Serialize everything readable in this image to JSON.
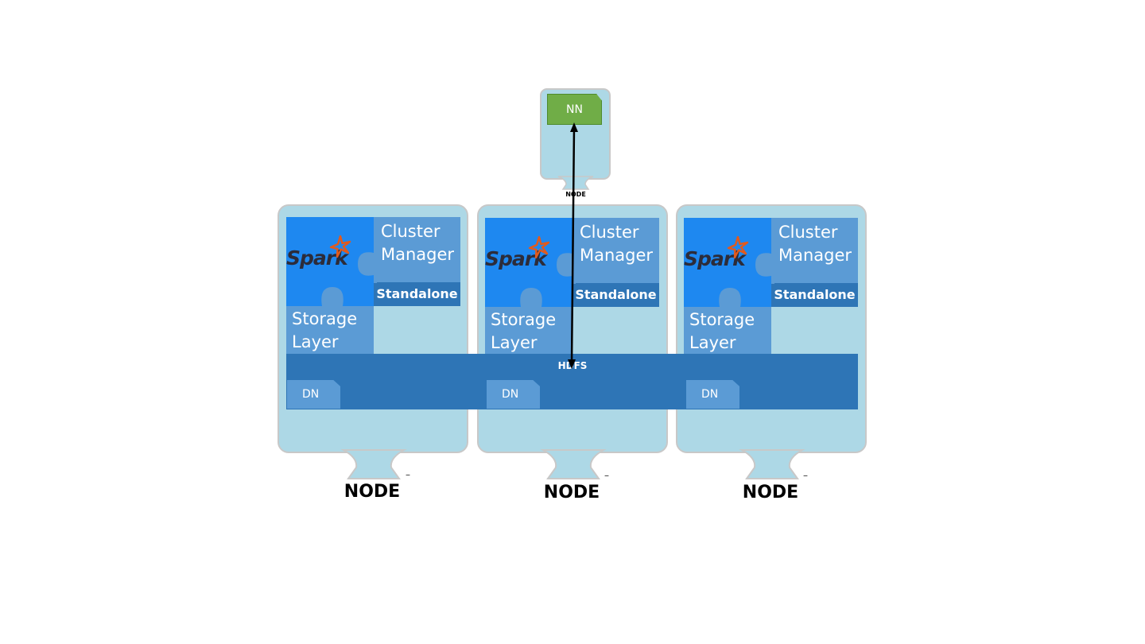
{
  "namenode": {
    "label": "NN",
    "node_label": "NODE"
  },
  "hdfs": {
    "label": "HDFS"
  },
  "nodes": [
    {
      "spark_logo": "Spark",
      "cluster_manager": "Cluster Manager",
      "cluster_manager_line1": "Cluster",
      "cluster_manager_line2": "Manager",
      "standalone": "Standalone",
      "storage_line1": "Storage",
      "storage_line2": "Layer",
      "dn": "DN",
      "node_label": "NODE",
      "dash": "–"
    },
    {
      "spark_logo": "Spark",
      "cluster_manager": "Cluster Manager",
      "cluster_manager_line1": "Cluster",
      "cluster_manager_line2": "Manager",
      "standalone": "Standalone",
      "storage_line1": "Storage",
      "storage_line2": "Layer",
      "dn": "DN",
      "node_label": "NODE",
      "dash": "–"
    },
    {
      "spark_logo": "Spark",
      "cluster_manager": "Cluster Manager",
      "cluster_manager_line1": "Cluster",
      "cluster_manager_line2": "Manager",
      "standalone": "Standalone",
      "storage_line1": "Storage",
      "storage_line2": "Layer",
      "dn": "DN",
      "node_label": "NODE",
      "dash": "–"
    }
  ],
  "colors": {
    "monitor_fill": "#add8e6",
    "spark_piece": "#1e88f0",
    "cluster_manager": "#5b9bd5",
    "standalone": "#2e75b6",
    "hdfs": "#2e75b6",
    "namenode": "#70ad47",
    "spark_star": "#e25a1c"
  }
}
